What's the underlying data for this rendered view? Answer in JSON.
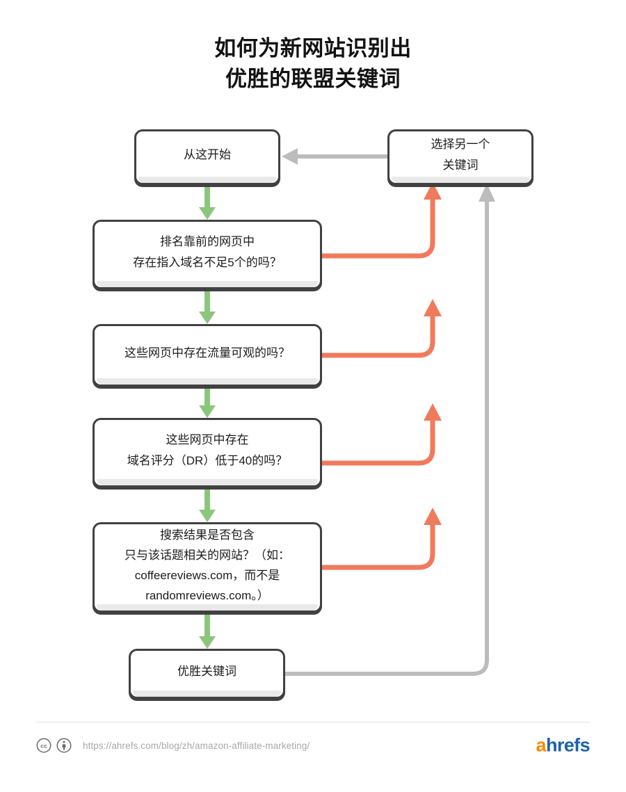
{
  "title": {
    "line1": "如何为新网站识别出",
    "line2": "优胜的联盟关键词"
  },
  "nodes": {
    "start": {
      "label": "从这开始"
    },
    "alternate": {
      "label": "选择另一个\n关键词"
    },
    "q1": {
      "label": "排名靠前的网页中\n存在指入域名不足5个的吗？"
    },
    "q2": {
      "label": "这些网页中存在流量可观的吗？"
    },
    "q3": {
      "label": "这些网页中存在\n域名评分（DR）低于40的吗？"
    },
    "q4": {
      "label": "搜索结果是否包含\n只与该话题相关的网站？（如：\ncoffeereviews.com，而不是\nrandomreviews.com。）"
    },
    "winner": {
      "label": "优胜关键词"
    }
  },
  "edges": {
    "yes_color": "#8cc57c",
    "no_color": "#f07a5c",
    "neutral_color": "#bcbcbc"
  },
  "footer": {
    "url": "https://ahrefs.com/blog/zh/amazon-affiliate-marketing/",
    "license_icons": [
      "creative-commons-icon",
      "attribution-icon"
    ],
    "logo_a": "a",
    "logo_rest": "hrefs",
    "logo_a_color": "#ff8800",
    "logo_rest_color": "#1b63a8"
  },
  "chart_data": {
    "type": "diagram",
    "title": "如何为新网站识别出优胜的联盟关键词",
    "nodes": [
      {
        "id": "start",
        "text": "从这开始",
        "kind": "terminal"
      },
      {
        "id": "alternate",
        "text": "选择另一个关键词",
        "kind": "action"
      },
      {
        "id": "q1",
        "text": "排名靠前的网页中存在指入域名不足5个的吗？",
        "kind": "decision"
      },
      {
        "id": "q2",
        "text": "这些网页中存在流量可观的吗？",
        "kind": "decision"
      },
      {
        "id": "q3",
        "text": "这些网页中存在域名评分（DR）低于40的吗？",
        "kind": "decision"
      },
      {
        "id": "q4",
        "text": "搜索结果是否包含只与该话题相关的网站？（如：coffeereviews.com，而不是randomreviews.com。）",
        "kind": "decision"
      },
      {
        "id": "winner",
        "text": "优胜关键词",
        "kind": "terminal"
      }
    ],
    "links": [
      {
        "from": "start",
        "to": "q1",
        "type": "yes"
      },
      {
        "from": "q1",
        "to": "q2",
        "type": "yes"
      },
      {
        "from": "q2",
        "to": "q3",
        "type": "yes"
      },
      {
        "from": "q3",
        "to": "q4",
        "type": "yes"
      },
      {
        "from": "q4",
        "to": "winner",
        "type": "yes"
      },
      {
        "from": "q1",
        "to": "alternate",
        "type": "no"
      },
      {
        "from": "q2",
        "to": "alternate",
        "type": "no"
      },
      {
        "from": "q3",
        "to": "alternate",
        "type": "no"
      },
      {
        "from": "q4",
        "to": "alternate",
        "type": "no"
      },
      {
        "from": "winner",
        "to": "alternate",
        "type": "loop"
      },
      {
        "from": "alternate",
        "to": "start",
        "type": "loop"
      }
    ]
  }
}
